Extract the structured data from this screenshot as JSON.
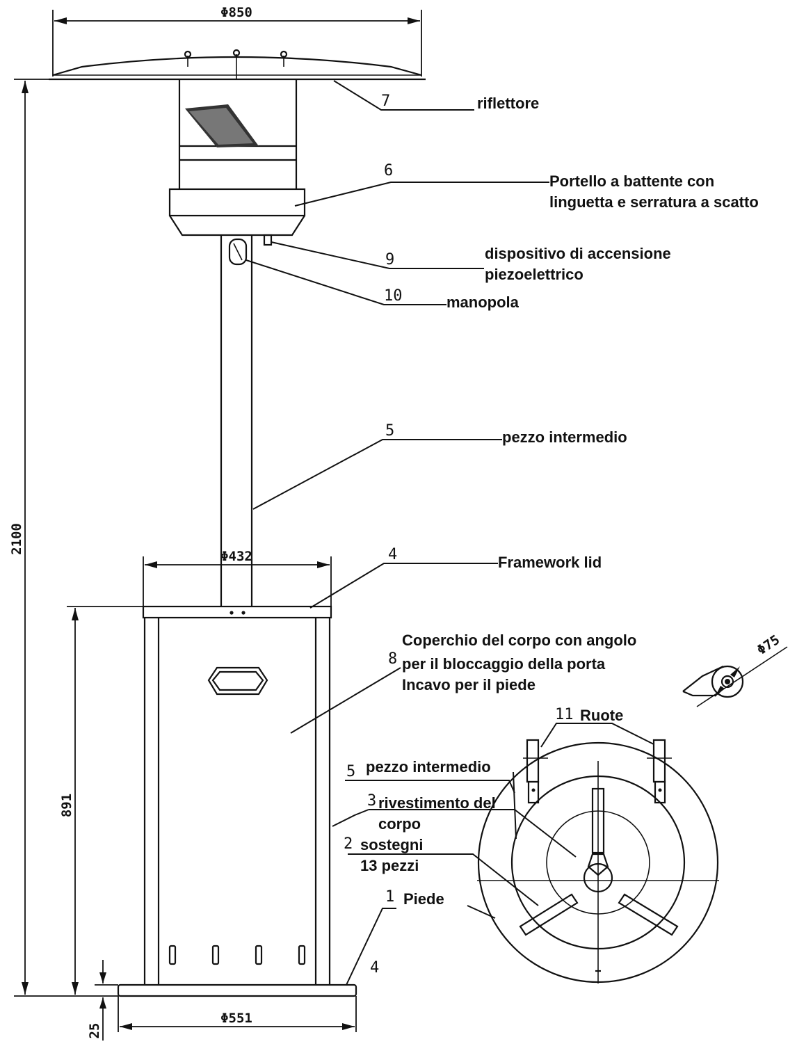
{
  "dimensions": {
    "reflector_diameter": "Φ850",
    "total_height": "2100",
    "lid_diameter": "Φ432",
    "body_height": "891",
    "base_diameter": "Φ551",
    "base_thickness": "25",
    "wheel_diameter": "Φ75"
  },
  "callouts": [
    {
      "number": "7",
      "lines": [
        "riflettore"
      ]
    },
    {
      "number": "6",
      "lines": [
        "Portello a battente con",
        "linguetta e serratura a scatto"
      ]
    },
    {
      "number": "9",
      "lines": [
        "dispositivo di accensione",
        "piezoelettrico"
      ]
    },
    {
      "number": "10",
      "lines": [
        "manopola"
      ]
    },
    {
      "number": "5",
      "lines": [
        "pezzo intermedio"
      ]
    },
    {
      "number": "4",
      "lines": [
        "Framework lid"
      ]
    },
    {
      "number": "8",
      "lines": [
        "Coperchio del corpo con angolo",
        "per il bloccaggio della porta",
        "Incavo per il piede"
      ]
    },
    {
      "number": "11",
      "lines": [
        "Ruote"
      ]
    },
    {
      "number": "5",
      "lines": [
        "pezzo intermedio"
      ]
    },
    {
      "number": "3",
      "lines": [
        "rivestimento del",
        "corpo"
      ]
    },
    {
      "number": "2",
      "lines": [
        "sostegni",
        "13 pezzi"
      ]
    },
    {
      "number": "1",
      "lines": [
        "Piede"
      ]
    },
    {
      "number": "4",
      "lines": []
    }
  ]
}
